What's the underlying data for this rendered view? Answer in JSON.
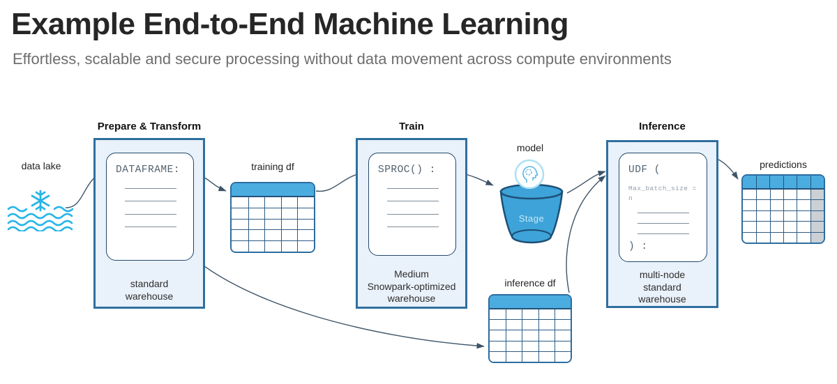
{
  "page": {
    "title": "Example End-to-End Machine Learning",
    "subtitle": "Effortless, scalable and secure processing without data movement across compute environments"
  },
  "colors": {
    "accent": "#29b5e8",
    "table_header": "#4bace0",
    "box_fill": "#e9f1fa",
    "box_border": "#2f6f9f",
    "arrow": "#3e5366",
    "gray_cell": "#cbd0d5",
    "bucket": "#3da3d8"
  },
  "nodes": {
    "data_lake": {
      "label": "data lake"
    },
    "prepare": {
      "section": "Prepare & Transform",
      "code": "DATAFRAME:",
      "warehouse": "standard\nwarehouse"
    },
    "training_df": {
      "label": "training df"
    },
    "train": {
      "section": "Train",
      "code": "SPROC() :",
      "warehouse": "Medium\nSnowpark-optimized\nwarehouse"
    },
    "model": {
      "label": "model",
      "stage_label": "Stage"
    },
    "inference_df": {
      "label": "inference df"
    },
    "inference": {
      "section": "Inference",
      "code_open": "UDF (",
      "code_param": "Max_batch_size =\nn",
      "code_close": ") :",
      "warehouse": "multi-node\nstandard\nwarehouse"
    },
    "predictions": {
      "label": "predictions"
    }
  },
  "tables": {
    "training": {
      "cols": 5,
      "rows": 5,
      "header_divided": false,
      "gray_last_col": false
    },
    "inference": {
      "cols": 5,
      "rows": 5,
      "header_divided": false,
      "gray_last_col": false
    },
    "predictions": {
      "cols": 6,
      "rows": 5,
      "header_divided": true,
      "gray_last_col": true
    }
  },
  "flow": {
    "edges": [
      {
        "from": "data-lake",
        "to": "prepare-dataframe"
      },
      {
        "from": "prepare-dataframe",
        "to": "training-df"
      },
      {
        "from": "training-df",
        "to": "train-sproc"
      },
      {
        "from": "train-sproc",
        "to": "model-stage"
      },
      {
        "from": "model-stage",
        "to": "inference-udf"
      },
      {
        "from": "inference-df",
        "to": "inference-udf"
      },
      {
        "from": "prepare-dataframe",
        "to": "inference-df"
      },
      {
        "from": "inference-udf",
        "to": "predictions"
      }
    ]
  }
}
